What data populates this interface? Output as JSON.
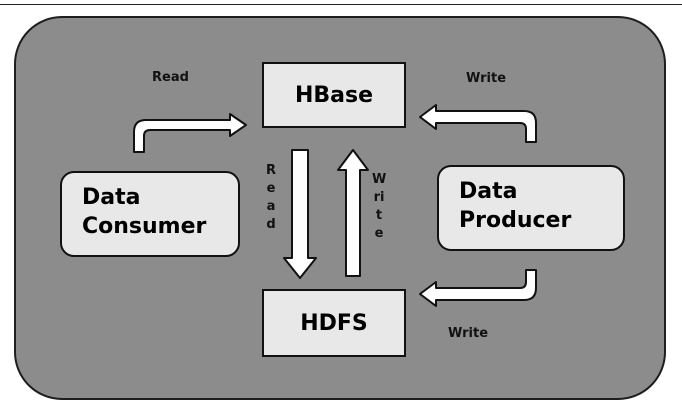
{
  "nodes": {
    "hbase": "HBase",
    "hdfs": "HDFS",
    "consumer_line1": "Data",
    "consumer_line2": "Consumer",
    "producer_line1": "Data",
    "producer_line2": "Producer"
  },
  "labels": {
    "read_top": "Read",
    "write_top": "Write",
    "read_vertical": "Read",
    "write_vertical": "Write",
    "write_bottom": "Write"
  },
  "colors": {
    "panel": "#8c8c8c",
    "box": "#e8e8e8",
    "outline": "#111111",
    "arrow": "#ffffff"
  }
}
